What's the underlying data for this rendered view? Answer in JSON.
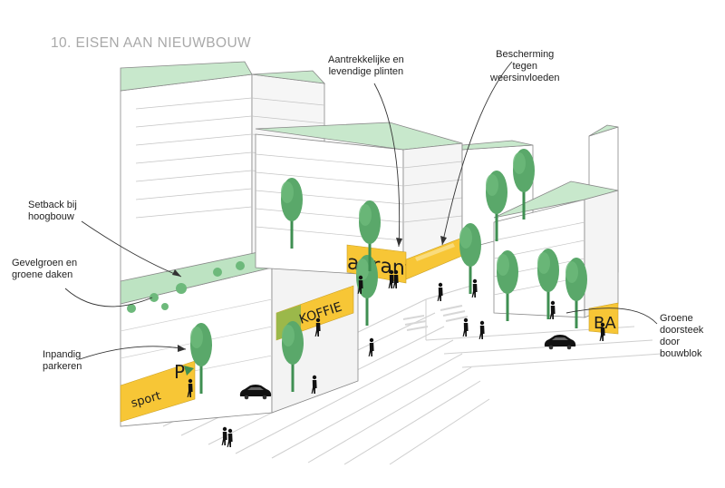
{
  "title": "10. EISEN AAN NIEUWBOUW",
  "annotations": {
    "plinten": "Aantrekkelijke en\nlevendige plinten",
    "bescherming": "Bescherming\ntegen\nweersinvloeden",
    "setback": "Setback bij\nhoogbouw",
    "gevelgroen": "Gevelgroen en\ngroene daken",
    "parkeren": "Inpandig\nparkeren",
    "doorsteek": "Groene\ndoorsteek door\nbouwblok"
  },
  "signs": {
    "restaurant": "aurant",
    "koffie": "KOFFIE",
    "sport": "sport",
    "parking": "P",
    "bar": "BA"
  },
  "colors": {
    "roof_green": "#c8e8cc",
    "facade_green": "#bde3c2",
    "tree": "#5aa86a",
    "tree_dark": "#3f8f52",
    "shop_yellow": "#f7c636",
    "koffie_olive": "#9bb84a",
    "title_grey": "#a9a9a9"
  },
  "icons": [
    "tree-icon",
    "pedestrian-icon",
    "car-icon",
    "cyclist-icon"
  ]
}
